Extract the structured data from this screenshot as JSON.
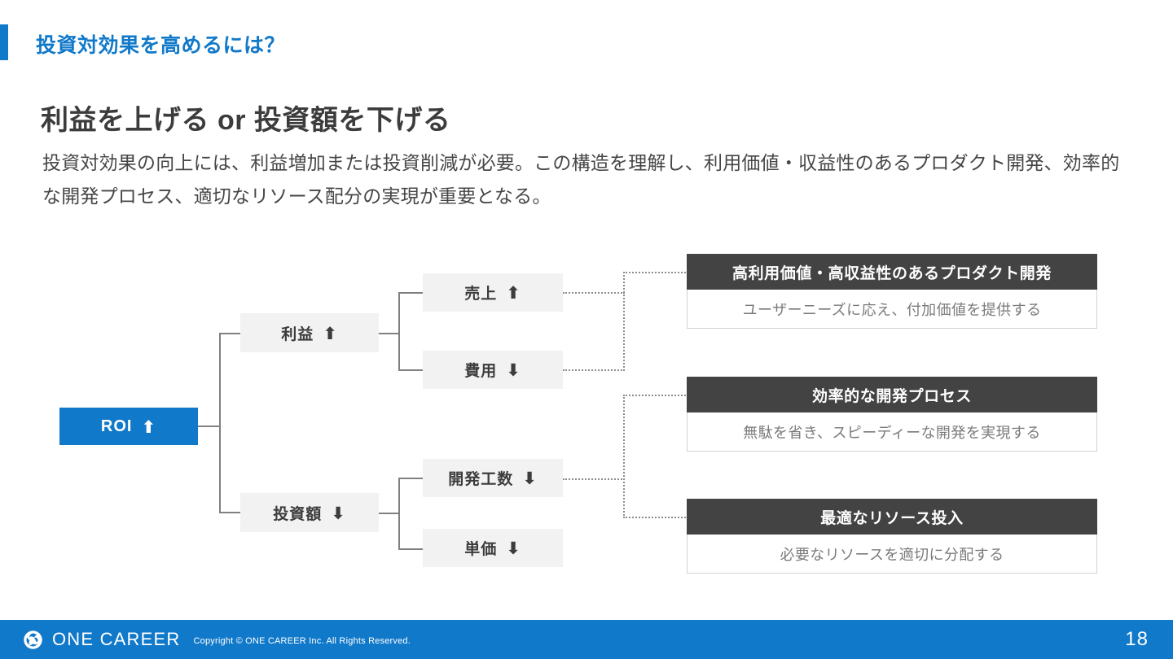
{
  "header": {
    "title": "投資対効果を高めるには？",
    "accent_color": "#1179c9"
  },
  "main": {
    "title": "利益を上げる or 投資額を下げる",
    "lead": "投資対効果の向上には、利益増加または投資削減が必要。この構造を理解し、利用価値・収益性のあるプロダクト開発、効率的な開発プロセス、適切なリソース配分の実現が重要となる。"
  },
  "diagram": {
    "root": {
      "label": "ROI",
      "arrow": "⬆",
      "color": "#1179c9"
    },
    "level1": [
      {
        "label": "利益",
        "arrow": "⬆"
      },
      {
        "label": "投資額",
        "arrow": "⬇"
      }
    ],
    "level2": [
      {
        "label": "売上",
        "arrow": "⬆"
      },
      {
        "label": "費用",
        "arrow": "⬇"
      },
      {
        "label": "開発工数",
        "arrow": "⬇"
      },
      {
        "label": "単価",
        "arrow": "⬇"
      }
    ]
  },
  "cards": [
    {
      "title": "高利用価値・高収益性のあるプロダクト開発",
      "body": "ユーザーニーズに応え、付加価値を提供する"
    },
    {
      "title": "効率的な開発プロセス",
      "body": "無駄を省き、スピーディーな開発を実現する"
    },
    {
      "title": "最適なリソース投入",
      "body": "必要なリソースを適切に分配する"
    }
  ],
  "footer": {
    "brand": "ONE CAREER",
    "copyright": "Copyright © ONE CAREER Inc. All Rights Reserved.",
    "page_number": "18",
    "background_color": "#1179c9"
  }
}
